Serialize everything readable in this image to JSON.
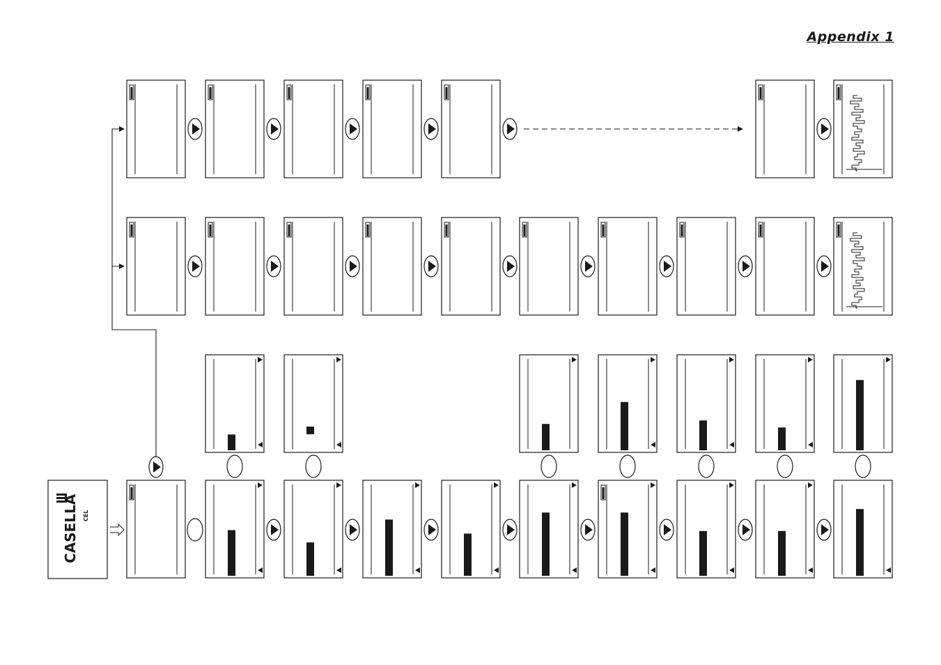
{
  "page": {
    "header": "Appendix 1"
  },
  "brand": {
    "name": "CASELLA",
    "sub": "CEL"
  },
  "colors": {
    "ink": "#1a1a1a",
    "background": "#ffffff"
  },
  "icons": {
    "next": "play-triangle-button",
    "menu": "oval-button",
    "battery": "battery-icon",
    "start": "hollow-arrow-icon"
  },
  "rows": [
    {
      "id": "row-1",
      "screens": 7,
      "display": "battery-only, last screen shows time history"
    },
    {
      "id": "row-2",
      "screens": 10,
      "display": "battery-only, last screen shows time history"
    },
    {
      "id": "row-3",
      "screens": 7,
      "display": "single bar"
    },
    {
      "id": "row-4",
      "screens": 10,
      "display": "single bar with scroll arrows"
    }
  ],
  "row3_bar_levels": [
    0.18,
    0.09,
    0.3,
    0.55,
    0.34,
    0.26,
    0.8
  ],
  "row4_bar_levels": [
    0.52,
    0.38,
    0.64,
    0.48,
    0.72,
    0.72,
    0.51,
    0.51,
    0.76
  ]
}
